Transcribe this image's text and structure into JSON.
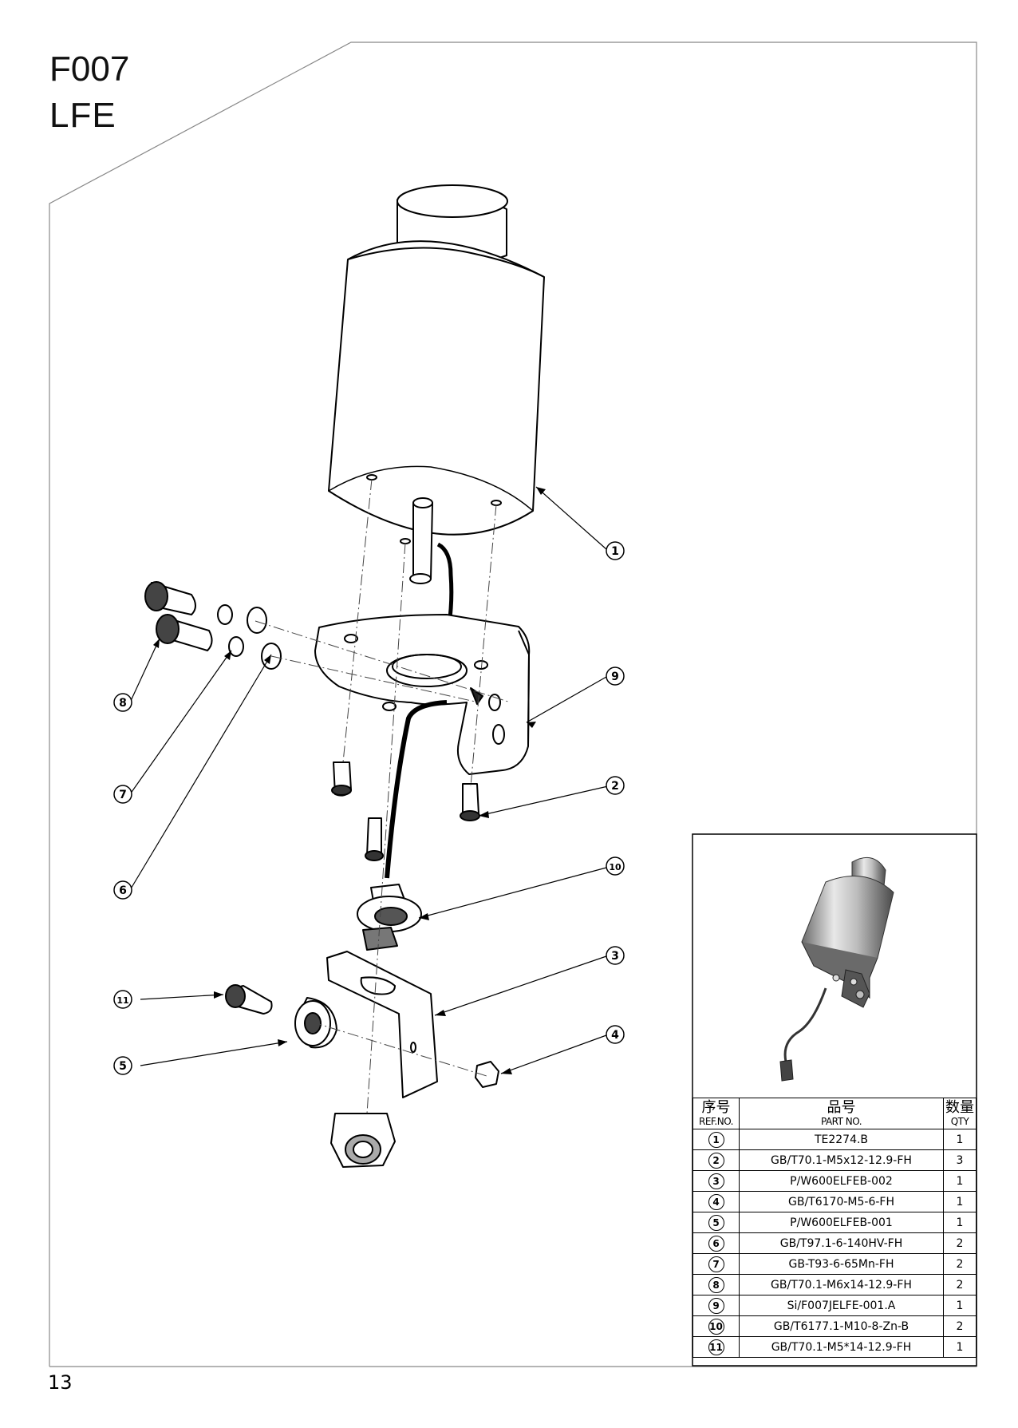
{
  "header": {
    "code": "F007",
    "name": "LFE"
  },
  "page_number": "13",
  "callouts": [
    "1",
    "2",
    "3",
    "4",
    "5",
    "6",
    "7",
    "8",
    "9",
    "10",
    "11"
  ],
  "table": {
    "headers": {
      "ref_zh": "序号",
      "ref_en": "REF.NO.",
      "part_zh": "品号",
      "part_en": "PART NO.",
      "qty_zh": "数量",
      "qty_en": "QTY"
    },
    "rows": [
      {
        "ref": "1",
        "part": "TE2274.B",
        "qty": "1"
      },
      {
        "ref": "2",
        "part": "GB/T70.1-M5x12-12.9-FH",
        "qty": "3"
      },
      {
        "ref": "3",
        "part": "P/W600ELFEB-002",
        "qty": "1"
      },
      {
        "ref": "4",
        "part": "GB/T6170-M5-6-FH",
        "qty": "1"
      },
      {
        "ref": "5",
        "part": "P/W600ELFEB-001",
        "qty": "1"
      },
      {
        "ref": "6",
        "part": "GB/T97.1-6-140HV-FH",
        "qty": "2"
      },
      {
        "ref": "7",
        "part": "GB-T93-6-65Mn-FH",
        "qty": "2"
      },
      {
        "ref": "8",
        "part": "GB/T70.1-M6x14-12.9-FH",
        "qty": "2"
      },
      {
        "ref": "9",
        "part": "Si/F007JELFE-001.A",
        "qty": "1"
      },
      {
        "ref": "10",
        "part": "GB/T6177.1-M10-8-Zn-B",
        "qty": "2"
      },
      {
        "ref": "11",
        "part": "GB/T70.1-M5*14-12.9-FH",
        "qty": "1"
      }
    ]
  }
}
